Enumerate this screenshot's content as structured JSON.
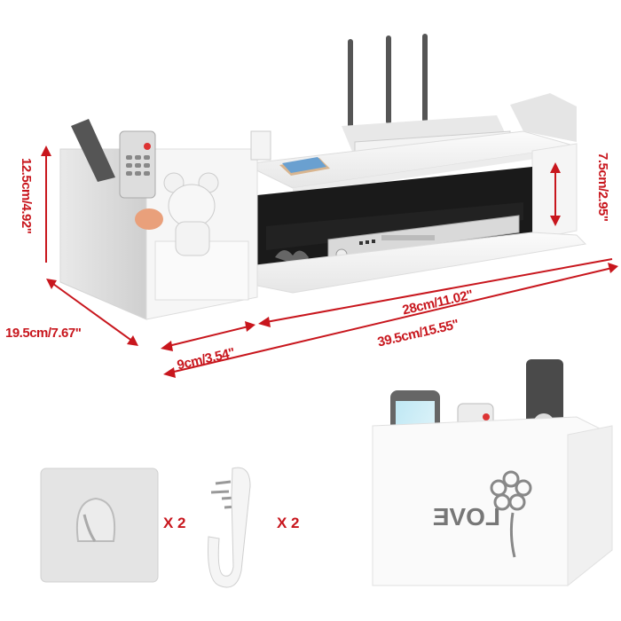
{
  "scene": {
    "subject": "White wall-mounted router / TV box shelf with remote-control compartment",
    "background": "#ffffff",
    "accent_color": "#c8161d"
  },
  "dimensions": {
    "height": "12.5cm/4.92\"",
    "shelf_gap": "7.5cm/2.95\"",
    "depth": "19.5cm/7.67\"",
    "compartment_width": "9cm/3.54\"",
    "shelf_width": "28cm/11.02\"",
    "total_width": "39.5cm/15.55\""
  },
  "accessories": [
    {
      "name": "adhesive hook",
      "quantity": "X 2"
    },
    {
      "name": "wall hook",
      "quantity": "X 2"
    }
  ],
  "detail_panel": {
    "cutout_text": "LOVE",
    "motif": "flower"
  }
}
